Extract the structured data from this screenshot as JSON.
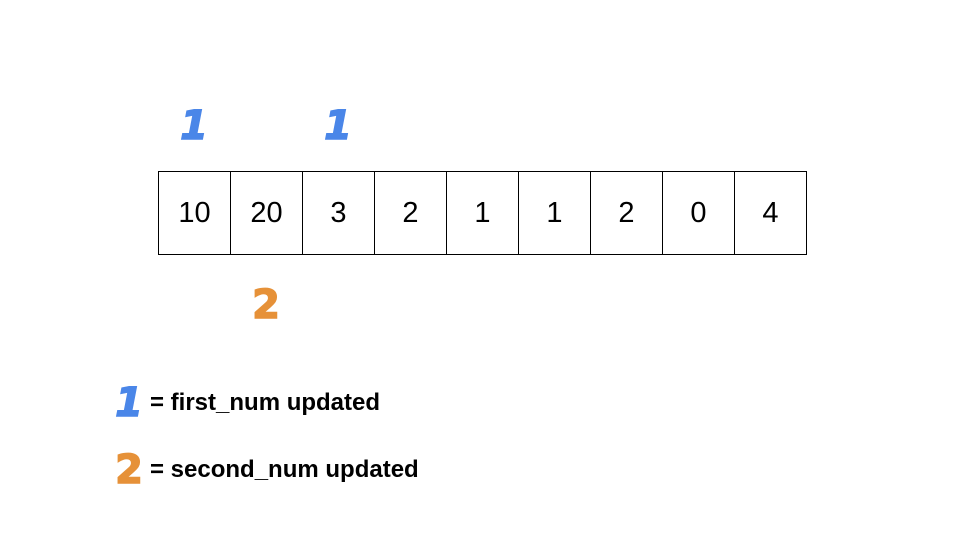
{
  "array": {
    "cells": [
      "10",
      "20",
      "3",
      "2",
      "1",
      "1",
      "2",
      "0",
      "4"
    ]
  },
  "markers": {
    "first_glyph": "1",
    "second_glyph": "2",
    "first_color": "#4a86e8",
    "second_color": "#e69138"
  },
  "legend": {
    "first_text": "= first_num updated",
    "second_text": "= second_num updated"
  }
}
